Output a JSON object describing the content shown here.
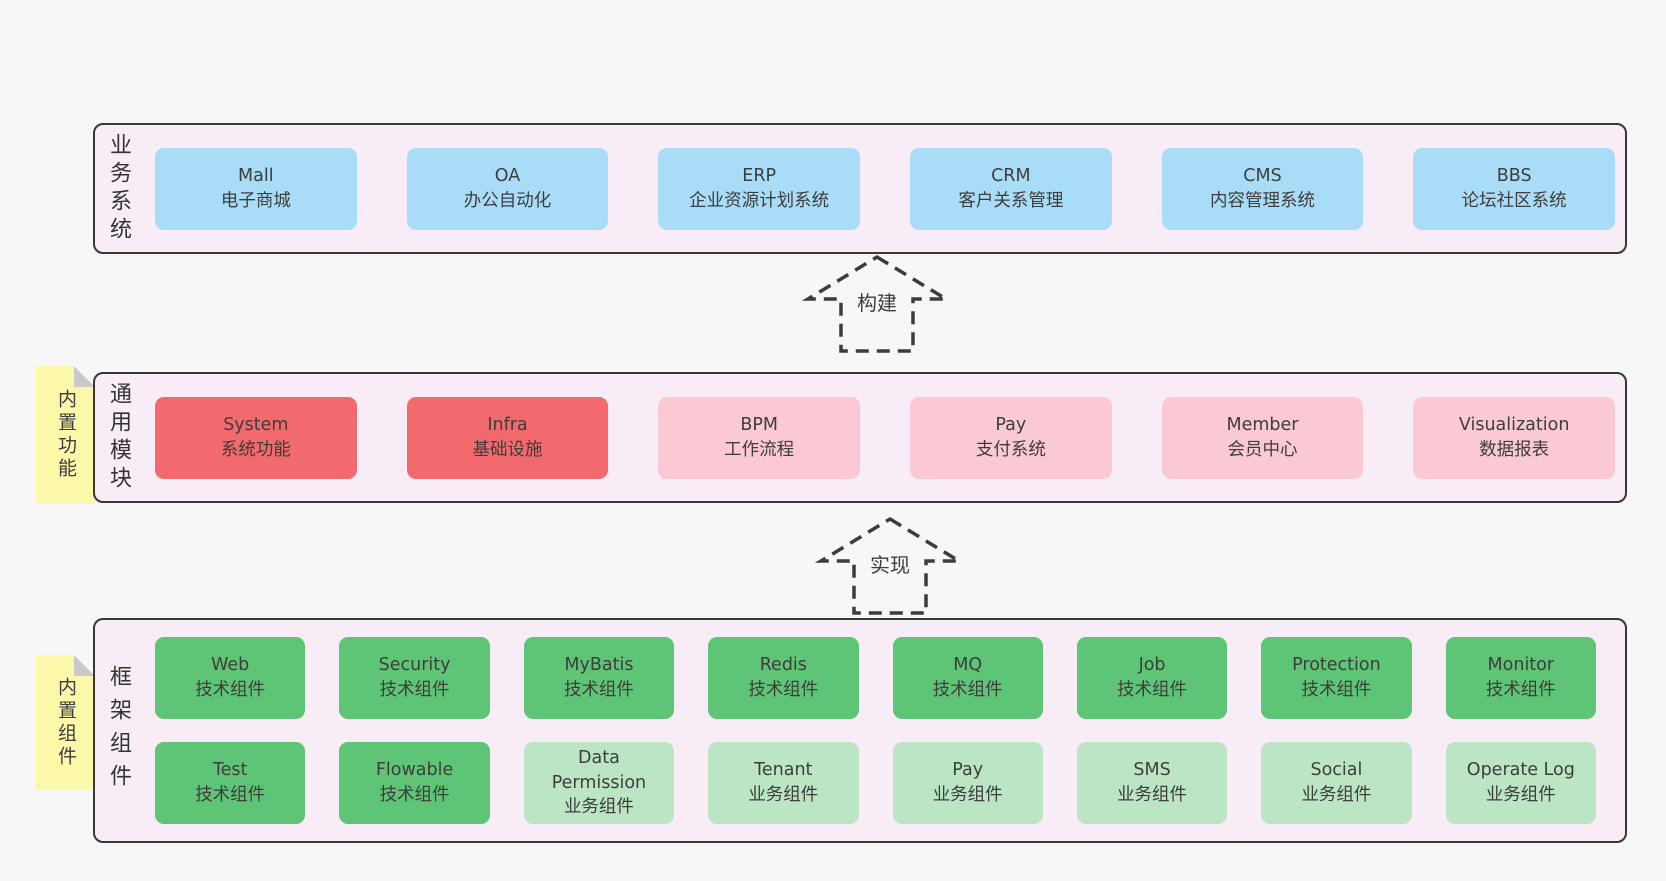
{
  "colors": {
    "page_bg": "#f7f7f7",
    "panel_bg": "#f8edf6",
    "panel_border": "#383838",
    "blue": "#a9dcf6",
    "red": "#f2696e",
    "pink": "#fac9d4",
    "green": "#5fc576",
    "green_light": "#bbe5c5",
    "yellow": "#fbf9a9",
    "fold": "#c9c9c9",
    "text": "#3d3d3d",
    "arrow": "#3c3c3c"
  },
  "sections": {
    "business": {
      "label": "业务系统",
      "boxes": [
        {
          "title": "Mall",
          "subtitle": "电子商城"
        },
        {
          "title": "OA",
          "subtitle": "办公自动化"
        },
        {
          "title": "ERP",
          "subtitle": "企业资源计划系统"
        },
        {
          "title": "CRM",
          "subtitle": "客户关系管理"
        },
        {
          "title": "CMS",
          "subtitle": "内容管理系统"
        },
        {
          "title": "BBS",
          "subtitle": "论坛社区系统"
        }
      ]
    },
    "modules": {
      "label": "通用模块",
      "tab": "内置功能",
      "boxes": [
        {
          "title": "System",
          "subtitle": "系统功能"
        },
        {
          "title": "Infra",
          "subtitle": "基础设施"
        },
        {
          "title": "BPM",
          "subtitle": "工作流程"
        },
        {
          "title": "Pay",
          "subtitle": "支付系统"
        },
        {
          "title": "Member",
          "subtitle": "会员中心"
        },
        {
          "title": "Visualization",
          "subtitle": "数据报表"
        }
      ]
    },
    "framework": {
      "label": "框架组件",
      "tab": "内置组件",
      "row1": [
        {
          "title": "Web",
          "subtitle": "技术组件"
        },
        {
          "title": "Security",
          "subtitle": "技术组件"
        },
        {
          "title": "MyBatis",
          "subtitle": "技术组件"
        },
        {
          "title": "Redis",
          "subtitle": "技术组件"
        },
        {
          "title": "MQ",
          "subtitle": "技术组件"
        },
        {
          "title": "Job",
          "subtitle": "技术组件"
        },
        {
          "title": "Protection",
          "subtitle": "技术组件"
        },
        {
          "title": "Monitor",
          "subtitle": "技术组件"
        }
      ],
      "row2": [
        {
          "title": "Test",
          "subtitle": "技术组件"
        },
        {
          "title": "Flowable",
          "subtitle": "技术组件"
        },
        {
          "title": "Data\nPermission",
          "subtitle": "业务组件"
        },
        {
          "title": "Tenant",
          "subtitle": "业务组件"
        },
        {
          "title": "Pay",
          "subtitle": "业务组件"
        },
        {
          "title": "SMS",
          "subtitle": "业务组件"
        },
        {
          "title": "Social",
          "subtitle": "业务组件"
        },
        {
          "title": "Operate Log",
          "subtitle": "业务组件"
        }
      ]
    }
  },
  "arrows": {
    "build": {
      "label": "构建"
    },
    "implement": {
      "label": "实现"
    }
  }
}
